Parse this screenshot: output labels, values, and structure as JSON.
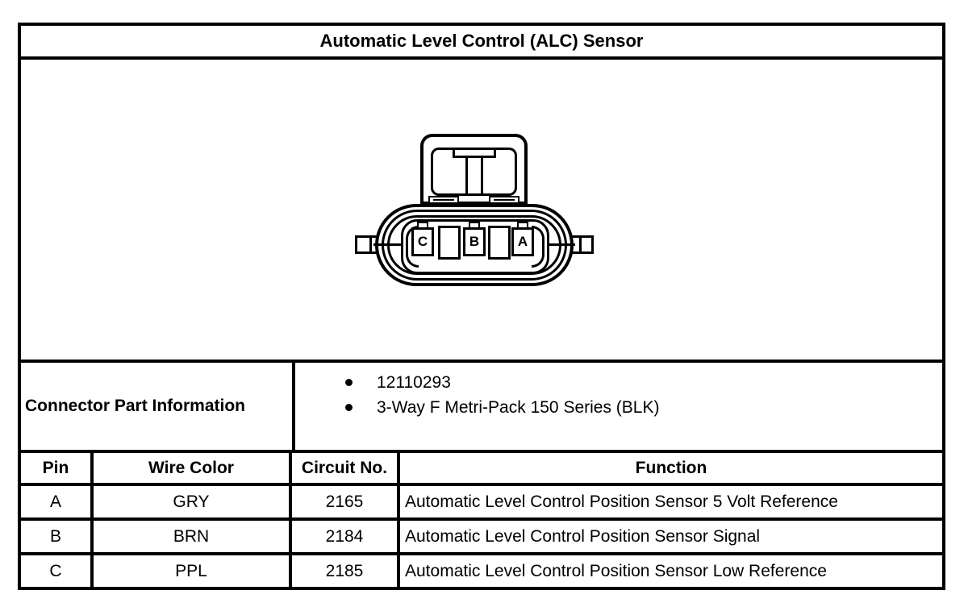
{
  "title": "Automatic Level Control (ALC) Sensor",
  "connector": {
    "pins": [
      "C",
      "B",
      "A"
    ]
  },
  "part_info": {
    "label": "Connector Part Information",
    "bullets": [
      "12110293",
      "3-Way F Metri-Pack 150 Series (BLK)"
    ]
  },
  "pin_table": {
    "headers": [
      "Pin",
      "Wire Color",
      "Circuit No.",
      "Function"
    ],
    "rows": [
      {
        "pin": "A",
        "wire_color": "GRY",
        "circuit_no": "2165",
        "function": "Automatic Level Control Position Sensor 5 Volt Reference"
      },
      {
        "pin": "B",
        "wire_color": "BRN",
        "circuit_no": "2184",
        "function": "Automatic Level Control Position Sensor Signal"
      },
      {
        "pin": "C",
        "wire_color": "PPL",
        "circuit_no": "2185",
        "function": "Automatic Level Control Position Sensor Low Reference"
      }
    ]
  },
  "colors": {
    "border": "#000000",
    "background": "#ffffff",
    "text": "#000000"
  }
}
